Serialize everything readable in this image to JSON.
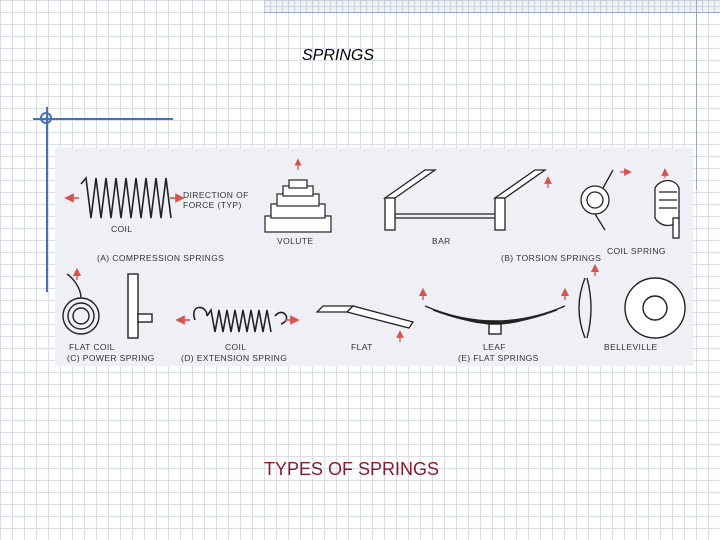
{
  "slide": {
    "title": "SPRINGS",
    "caption": "TYPES OF SPRINGS"
  },
  "figure": {
    "labels": {
      "direction_of": "DIRECTION OF",
      "force_typ": "FORCE (TYP)",
      "coil_a": "COIL",
      "volute": "VOLUTE",
      "bar": "BAR",
      "coil_spring": "COIL SPRING",
      "a_compression": "(A) COMPRESSION SPRINGS",
      "b_torsion": "(B) TORSION SPRINGS",
      "flat_coil": "FLAT COIL",
      "coil_d": "COIL",
      "flat": "FLAT",
      "leaf": "LEAF",
      "belleville": "BELLEVILLE",
      "c_power": "(C) POWER SPRING",
      "d_extension": "(D) EXTENSION SPRING",
      "e_flat": "(E) FLAT SPRINGS"
    }
  },
  "colors": {
    "caption": "#8b1a2b",
    "rule": "#4a6fb0",
    "arrow": "#d9534f"
  }
}
